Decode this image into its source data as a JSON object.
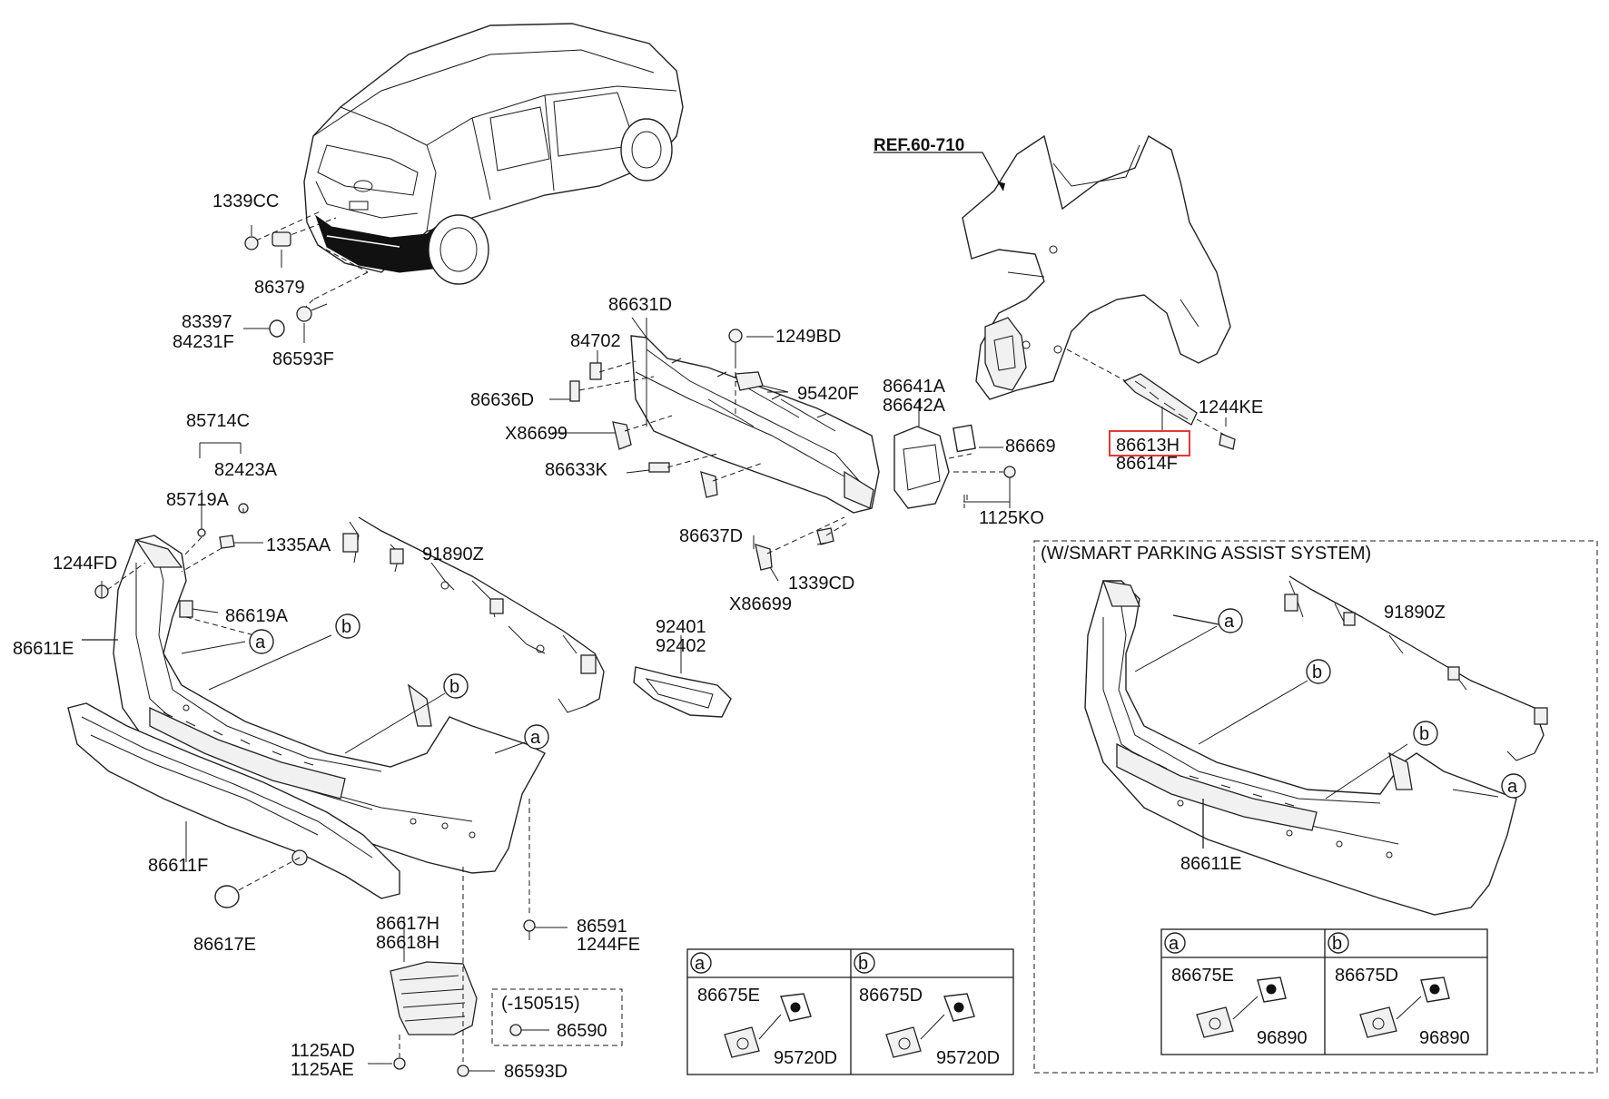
{
  "colors": {
    "highlight": "#e53935",
    "line": "#1a1a1a",
    "background": "#ffffff"
  },
  "ref": "REF.60-710",
  "smart_parking_title": "(W/SMART PARKING ASSIST SYSTEM)",
  "labels": {
    "p1339CC": "1339CC",
    "p86379": "86379",
    "p83397": "83397",
    "p84231F": "84231F",
    "p86593F": "86593F",
    "p86631D": "86631D",
    "p84702": "84702",
    "p1249BD": "1249BD",
    "p86636D": "86636D",
    "p95420F": "95420F",
    "p86641A": "86641A",
    "p86642A": "86642A",
    "p1244KE": "1244KE",
    "p86613H": "86613H",
    "p86614F": "86614F",
    "p86669": "86669",
    "pX86699a": "X86699",
    "p86633K": "86633K",
    "p1125KO": "1125KO",
    "p85714C": "85714C",
    "p82423A": "82423A",
    "p85719A": "85719A",
    "p86637D": "86637D",
    "p1244FD": "1244FD",
    "p1335AA": "1335AA",
    "p91890Z": "91890Z",
    "p1339CD": "1339CD",
    "pX86699b": "X86699",
    "p86619A": "86619A",
    "p86611E": "86611E",
    "p92401": "92401",
    "p92402": "92402",
    "p86611F": "86611F",
    "p86617E": "86617E",
    "p86617H": "86617H",
    "p86618H": "86618H",
    "p86591": "86591",
    "p1244FE": "1244FE",
    "p150515": "(-150515)",
    "p86590": "86590",
    "p1125AD": "1125AD",
    "p1125AE": "1125AE",
    "p86593D": "86593D",
    "spa91890Z": "91890Z",
    "spa86611E": "86611E"
  },
  "callouts": {
    "a": "a",
    "b": "b"
  },
  "table_left": {
    "a": {
      "letter": "a",
      "part1": "86675E",
      "part2": "95720D"
    },
    "b": {
      "letter": "b",
      "part1": "86675D",
      "part2": "95720D"
    }
  },
  "table_right": {
    "a": {
      "letter": "a",
      "part1": "86675E",
      "part2": "96890"
    },
    "b": {
      "letter": "b",
      "part1": "86675D",
      "part2": "96890"
    }
  }
}
